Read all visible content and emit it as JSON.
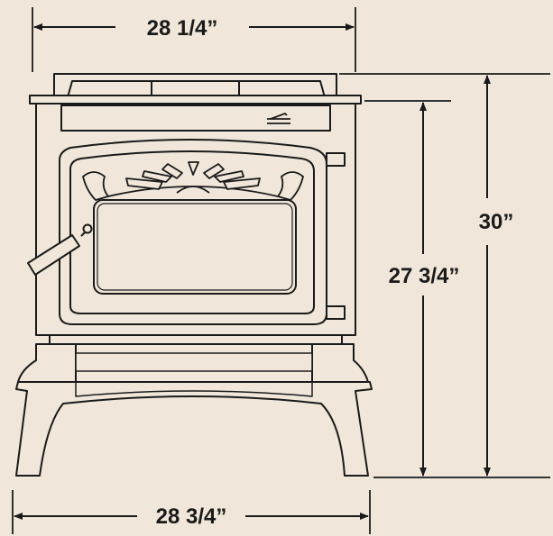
{
  "diagram": {
    "dimensions": {
      "top_width": "28 1/4”",
      "bottom_width": "28 3/4”",
      "overall_height": "30”",
      "body_height": "27 3/4”"
    },
    "colors": {
      "background": "#f0e7da",
      "line": "#1a1a1a"
    }
  }
}
